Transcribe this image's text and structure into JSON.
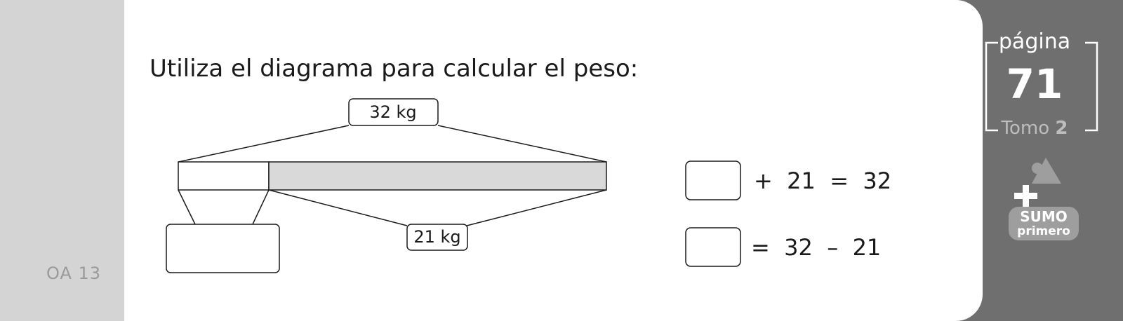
{
  "title": "Utiliza el diagrama para calcular el peso:",
  "diagram": {
    "total_label": "32 kg",
    "part_label": "21 kg"
  },
  "equations": [
    {
      "text": "+  21  =  32"
    },
    {
      "text": "=  32  –  21"
    }
  ],
  "objective": "OA 13",
  "page_badge": {
    "word": "página",
    "number": "71",
    "tomo_word": "Tomo",
    "tomo_number": "2"
  },
  "logo": {
    "line1": "SUMO",
    "line2": "primero"
  },
  "colors": {
    "left_band": "#d4d4d4",
    "right_panel": "#6f6f6f",
    "bar_fill": "#d9d9d9"
  }
}
